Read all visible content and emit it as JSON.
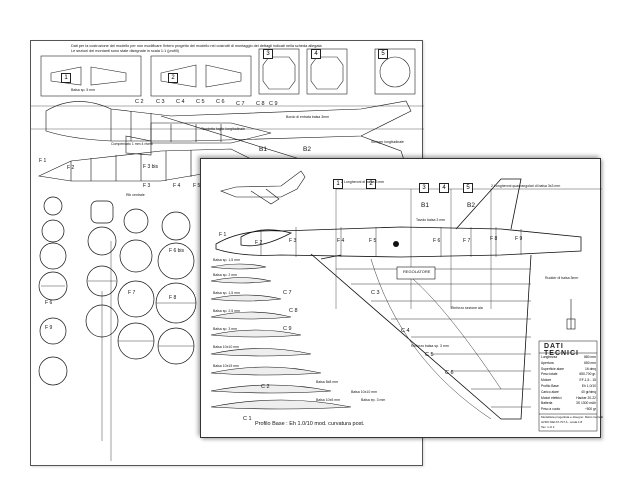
{
  "back_sheet": {
    "header_note": "Dati per la costruzione del modello per non modificare l'intero progetto del modello nei costrutti di montaggio dei dettagli indicati nella scheda allegata",
    "header_note2": "Le sezioni dei montanti sono state disegnate in scala 1:1 (profili)",
    "panel_numbers": [
      "1",
      "2",
      "3",
      "4",
      "5"
    ],
    "labels": {
      "c2": "C 2",
      "c3": "C 3",
      "c4": "C 4",
      "c5": "C 5",
      "c6": "C 6",
      "c7": "C 7",
      "c8": "C 8",
      "c9": "C 9",
      "b1": "B1",
      "b2": "B2",
      "f1": "F 1",
      "f2": "F 2",
      "f3": "F 3",
      "f3bis": "F 3 bis",
      "f4": "F 4",
      "f5": "F 5",
      "f6": "F 6",
      "f6bis": "F 6 bis",
      "f7": "F 7",
      "f8": "F 8",
      "f9": "F 9",
      "balsa_note": "Balsa sp. 5 mm",
      "tip_note": "Bordo di entrata balsa 3mm",
      "tab_note": "Tavoletta taglio longitudinale",
      "fin_note": "Compensato 1 mm 4 rivetti",
      "spar_note": "Stringer longitudinale",
      "rib_note": "Rib centrale"
    }
  },
  "front_sheet": {
    "panel_numbers": [
      "1",
      "2",
      "3",
      "4",
      "5"
    ],
    "labels": {
      "b1": "B1",
      "b2": "B2",
      "f1": "F 1",
      "f2": "F 2",
      "f3": "F 3",
      "f4": "F 4",
      "f5": "F 5",
      "f6": "F 6",
      "f7": "F 7",
      "f8": "F 8",
      "f9": "F 9",
      "c1": "C 1",
      "c2": "C 2",
      "c3": "C 3",
      "c4": "C 4",
      "c5": "C 5",
      "c6": "C 6",
      "c7": "C 7",
      "c8": "C 8",
      "c9": "C 9",
      "regulator": "REGOLATORE",
      "longeron_top": "2 Longheroni di balsa 3 mm",
      "longeron_right": "2 Longheroni quadrangolari di balsa 3x3 mm",
      "balsa1": "Balsa sp. 1,5 mm",
      "balsa2": "Balsa sp. 2 mm",
      "balsa3": "Balsa sp. 1,5 mm",
      "balsa4": "Balsa sp. 2,5 mm",
      "balsa5": "Balsa sp. 3 mm",
      "balsa6": "Balsa 10x10 mm",
      "balsa7": "Balsa 10x15 mm",
      "balsa8": "Balsa 8x8 mm",
      "balsa9": "Balsa 10x10 mm",
      "balsa10": "Balsa 10x5 mm",
      "balsa11": "Balsa ep. 3 mm",
      "rinforzo": "Rinforzo balsa sp. 3 mm",
      "rinforzo2": "Rinforzo sezione ala",
      "servo_note": "Tavolo balsa 3 mm",
      "rudder_note": "Rudder di balsa 3mm",
      "profile": "Profilo Base : Eh 1.0/10 mod. curvatura post."
    },
    "data_table": {
      "title": "DATI TECNICI",
      "rows": [
        [
          "Lunghezza",
          "880 mm"
        ],
        [
          "Apertura",
          "650 mm"
        ],
        [
          "Superficie alare",
          "16 dmq"
        ],
        [
          "Peso totale",
          "650-700 gr."
        ],
        [
          "Motore",
          "EF-1,5 - 15"
        ],
        [
          "Profilo Base",
          "Eh 1.0/10"
        ],
        [
          "Carico alare",
          "40 gr/dmq"
        ],
        [
          "Motori elettrici",
          "Hacker 20-22"
        ],
        [
          "Batteria",
          "3S 1300 mAh"
        ],
        [
          "Peso a vuoto",
          "~500 gr"
        ]
      ],
      "footer1": "Modellista progettista e disegno: Mario Cerretti",
      "footer2": "AVRO DELTA 707 A - scala 1:8",
      "footer3": "Tav. 1 di 2"
    }
  }
}
